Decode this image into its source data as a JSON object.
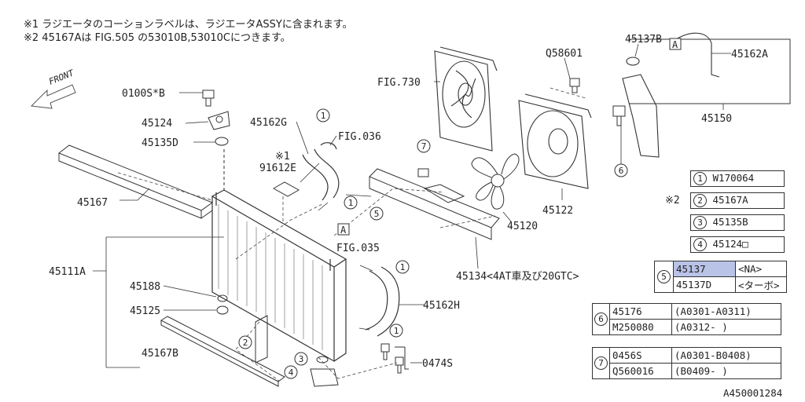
{
  "notes": {
    "note1": "※1 ラジエータのコーションラベルは、ラジエータASSYに含まれます。",
    "note2": "※2 45167Aは FIG.505 の53010B,53010Cにつきます。"
  },
  "front_label": "FRONT",
  "parts": {
    "p0100s": "0100S*B",
    "p45124": "45124",
    "p45135d": "45135D",
    "p45167": "45167",
    "p45111a": "45111A",
    "p45188": "45188",
    "p45125": "45125",
    "p45167b": "45167B",
    "p45162g": "45162G",
    "fig036": "FIG.036",
    "star1": "※1",
    "p91612e": "91612E",
    "fig035": "FIG.035",
    "p45162h": "45162H",
    "p0474s": "0474S",
    "fig730": "FIG.730",
    "q58601": "Q58601",
    "p45134": "45134<4AT車及び20GTC>",
    "p45120": "45120",
    "p45122": "45122",
    "p45137b": "45137B",
    "p45162a": "45162A",
    "p45150": "45150",
    "markA": "A",
    "footer": "A450001284"
  },
  "callouts": {
    "c1": "1",
    "c2": "2",
    "c3": "3",
    "c4": "4",
    "c5": "5",
    "c6": "6",
    "c7": "7"
  },
  "legend": {
    "l1": {
      "num": "1",
      "part": "W170064"
    },
    "l2": {
      "prefix": "※2",
      "num": "2",
      "part": "45167A"
    },
    "l3": {
      "num": "3",
      "part": "45135B"
    },
    "l4": {
      "num": "4",
      "part": "45124□"
    }
  },
  "table5": {
    "num": "5",
    "rows": [
      {
        "part": "45137",
        "cond": "<NA>"
      },
      {
        "part": "45137D",
        "cond": "<ターボ>"
      }
    ]
  },
  "table6": {
    "num": "6",
    "rows": [
      {
        "part": "45176",
        "range": "(A0301-A0311)"
      },
      {
        "part": "M250080",
        "range": "(A0312-       )"
      }
    ]
  },
  "table7": {
    "num": "7",
    "rows": [
      {
        "part": "0456S",
        "range": "(A0301-B0408)"
      },
      {
        "part": "Q560016",
        "range": "(B0409-       )"
      }
    ]
  }
}
